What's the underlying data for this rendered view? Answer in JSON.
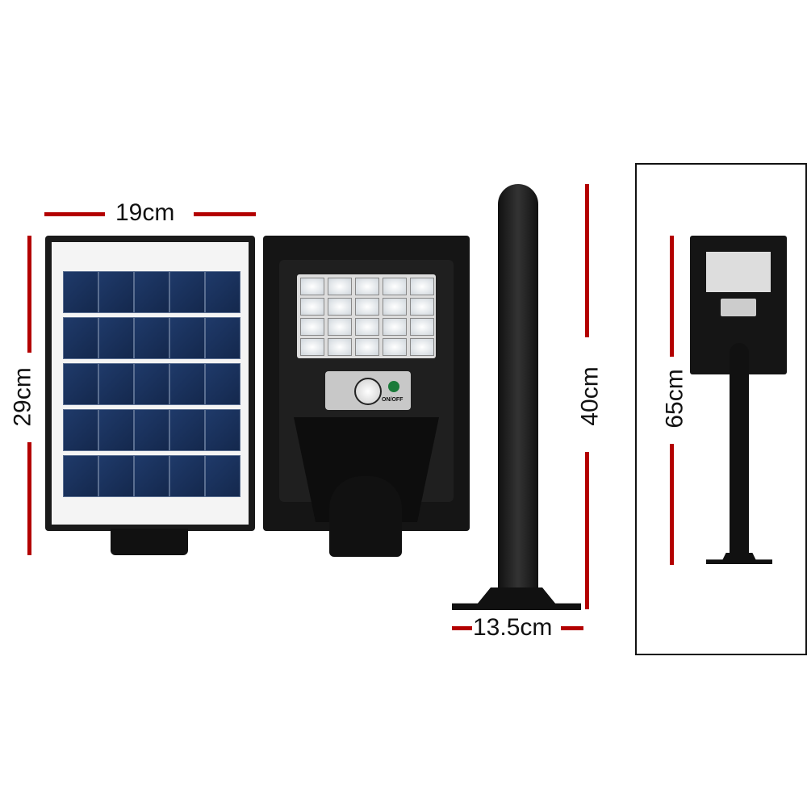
{
  "dimensions": {
    "width": "19cm",
    "height": "29cm",
    "pole_length": "40cm",
    "pole_base": "13.5cm",
    "total_height": "65cm"
  },
  "sensor_panel": {
    "switch_label": "ON/OFF"
  },
  "colors": {
    "dimension_line": "#b30000",
    "panel_cell": "#1f3a6a",
    "body": "#111111"
  }
}
